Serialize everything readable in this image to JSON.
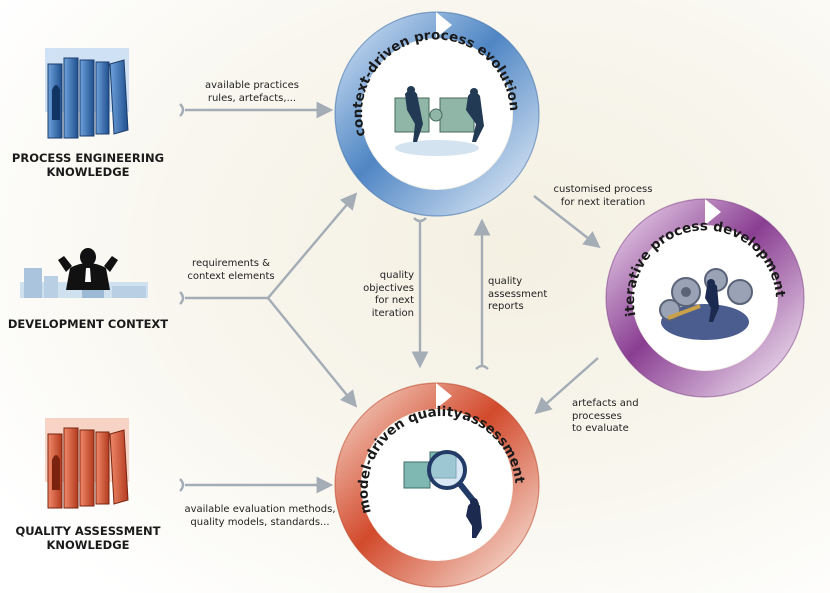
{
  "sources": {
    "process_engineering": [
      "PROCESS ENGINEERING",
      "KNOWLEDGE"
    ],
    "development_context": [
      "DEVELOPMENT CONTEXT"
    ],
    "quality_assessment": [
      "QUALITY ASSESSMENT",
      "KNOWLEDGE"
    ]
  },
  "cycles": {
    "process_evolution": "context-driven process evolution",
    "process_development": "iterative process development",
    "quality_assessment": "model-driven qualityassessment"
  },
  "flows": {
    "practices": [
      "available practices",
      "rules, artefacts,..."
    ],
    "requirements": [
      "requirements &",
      "context elements"
    ],
    "evaluation": [
      "available evaluation methods,",
      "quality models, standards..."
    ],
    "customised": [
      "customised process",
      "for next iteration"
    ],
    "objectives": [
      "quality",
      "objectives",
      "for next",
      "iteration"
    ],
    "reports": [
      "quality",
      "assessment",
      "reports"
    ],
    "artefacts": [
      "artefacts and",
      "processes",
      "to evaluate"
    ]
  },
  "colors": {
    "blue_ring": "#3f78b5",
    "purple_ring": "#8a3e92",
    "red_ring": "#d24a2c",
    "arrow": "#a4acb6"
  }
}
